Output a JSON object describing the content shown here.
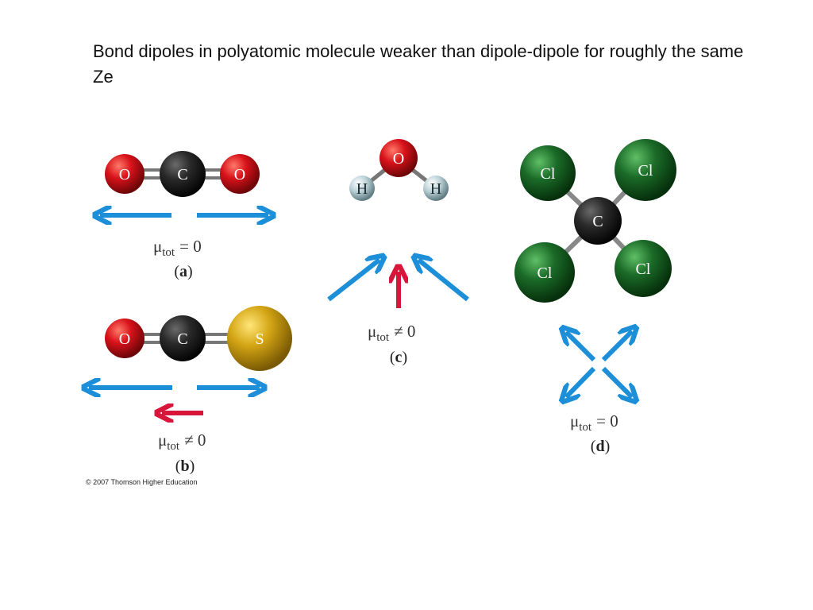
{
  "title": "Bond dipoles in polyatomic molecule weaker than dipole-dipole for roughly the same Ze",
  "copyright": "© 2007 Thomson Higher Education",
  "colors": {
    "oxygen": "#d8121a",
    "carbon": "#2a2a2a",
    "sulfur": "#d4a514",
    "hydrogen": "#b9d0d6",
    "chlorine": "#1b6b28",
    "bond_dipole_arrow": "#1d8fd8",
    "net_dipole_arrow": "#d8163c"
  },
  "panels": {
    "a": {
      "label_open": "(",
      "label_letter": "a",
      "label_close": ")",
      "atoms": [
        "O",
        "C",
        "O"
      ],
      "mu_symbol": "μ",
      "mu_sub": "tot",
      "mu_rel": "= 0"
    },
    "b": {
      "label_open": "(",
      "label_letter": "b",
      "label_close": ")",
      "atoms": [
        "O",
        "C",
        "S"
      ],
      "mu_symbol": "μ",
      "mu_sub": "tot",
      "mu_rel": "≠ 0"
    },
    "c": {
      "label_open": "(",
      "label_letter": "c",
      "label_close": ")",
      "atoms": [
        "O",
        "H",
        "H"
      ],
      "mu_symbol": "μ",
      "mu_sub": "tot",
      "mu_rel": "≠ 0"
    },
    "d": {
      "label_open": "(",
      "label_letter": "d",
      "label_close": ")",
      "atoms": [
        "Cl",
        "Cl",
        "C",
        "Cl",
        "Cl"
      ],
      "mu_symbol": "μ",
      "mu_sub": "tot",
      "mu_rel": "= 0"
    }
  }
}
